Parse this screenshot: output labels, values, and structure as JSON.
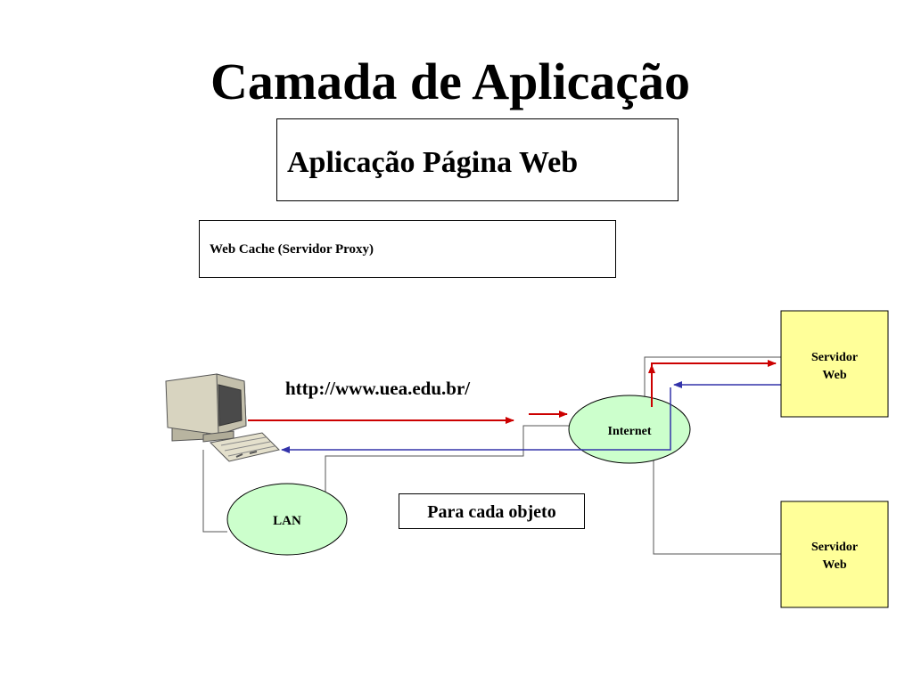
{
  "title": "Camada de Aplicação",
  "app_box": {
    "label": "Aplicação Página Web"
  },
  "cache_box": {
    "label": "Web Cache (Servidor Proxy)"
  },
  "diagram": {
    "url": "http://www.uea.edu.br/",
    "lan": "LAN",
    "internet": "Internet",
    "servers": [
      {
        "line1": "Servidor",
        "line2": "Web"
      },
      {
        "line1": "Servidor",
        "line2": "Web"
      }
    ],
    "per_object": "Para cada objeto",
    "colors": {
      "request_arrow": "#cc0000",
      "response_arrow": "#3333aa",
      "cloud_fill": "#ccffcc",
      "server_fill": "#ffff99"
    }
  }
}
